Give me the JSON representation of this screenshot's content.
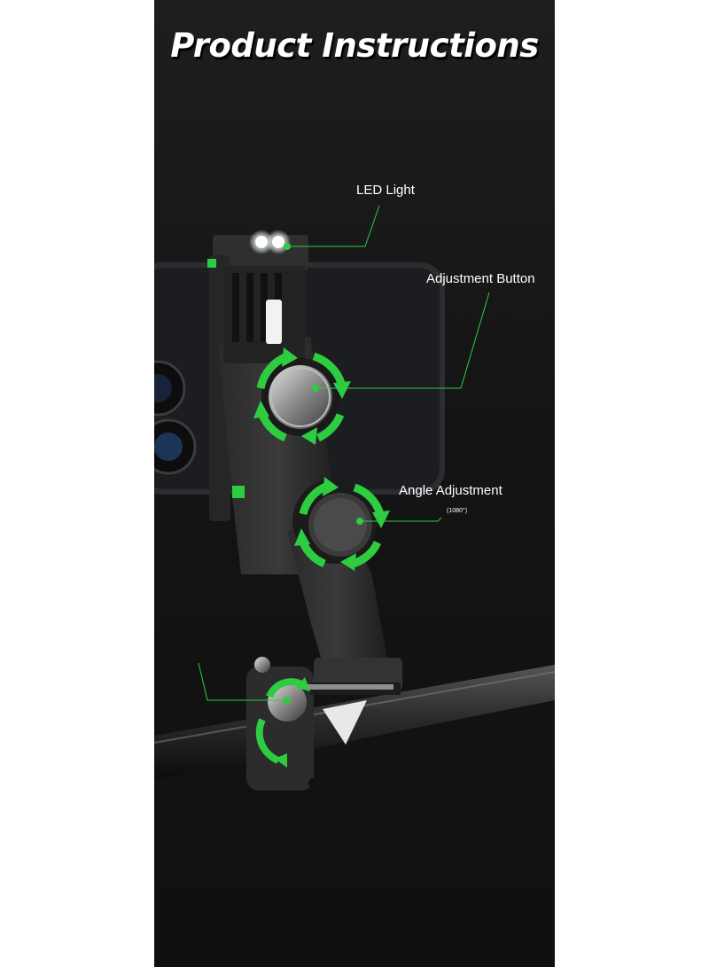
{
  "title": "Product Instructions",
  "callouts": {
    "led": "LED Light",
    "adjust_button": "Adjustment Button",
    "angle": "Angle Adjustment",
    "angle_note": "(1080°)"
  },
  "colors": {
    "background": "#141414",
    "accent": "#2ecc40",
    "text": "#ffffff"
  }
}
